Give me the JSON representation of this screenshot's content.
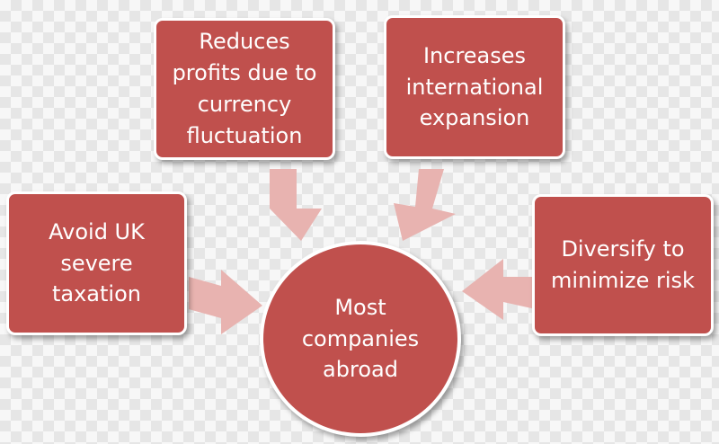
{
  "center": {
    "label": "Most\ncompanies\nabroad"
  },
  "nodes": {
    "top_left": {
      "label": "Reduces\nprofits due to\ncurrency\nfluctuation"
    },
    "top_right": {
      "label": "Increases\ninternational\nexpansion"
    },
    "left": {
      "label": "Avoid UK\nsevere\ntaxation"
    },
    "right": {
      "label": "Diversify to\nminimize risk"
    }
  },
  "colors": {
    "node_fill": "#c0504d",
    "node_border": "#ffffff",
    "arrow_fill": "#e8b3b0",
    "text": "#ffffff"
  }
}
